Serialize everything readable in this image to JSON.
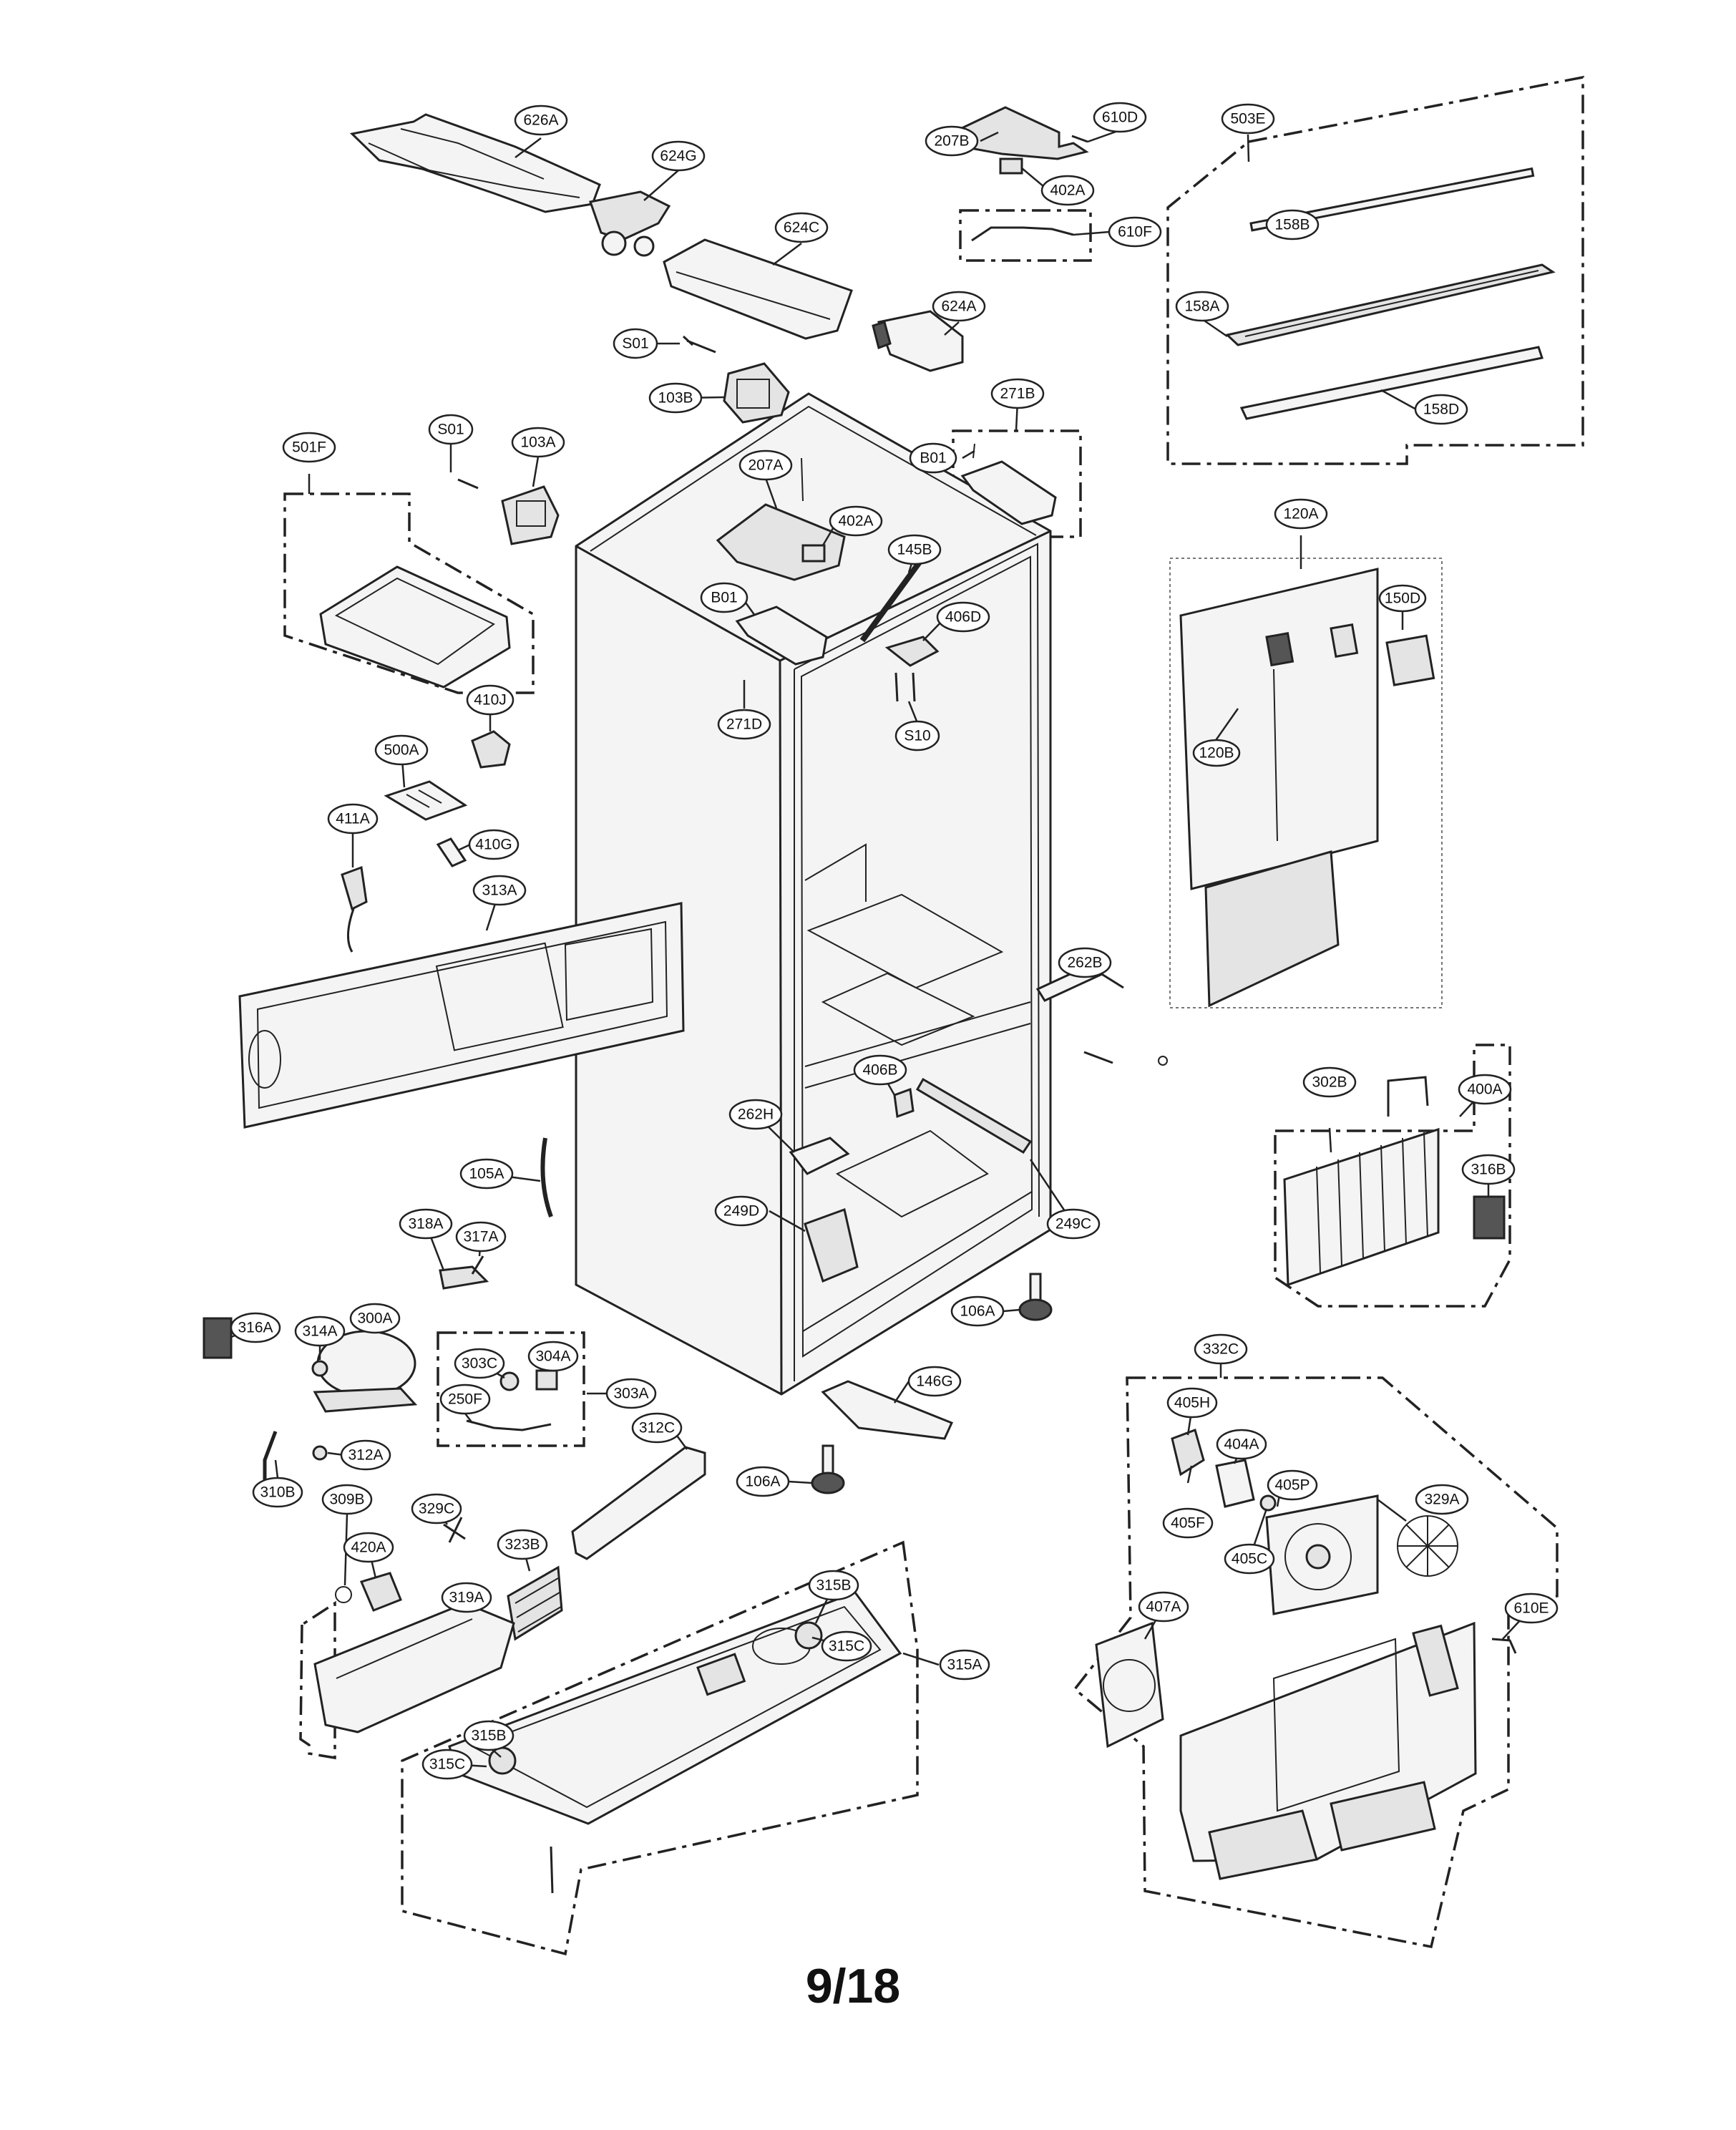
{
  "page_number": "9/18",
  "labels": {
    "626A": "626A",
    "624G": "624G",
    "624C": "624C",
    "624A": "624A",
    "S01a": "S01",
    "103B": "103B",
    "207B": "207B",
    "610D": "610D",
    "402Aa": "402A",
    "610F": "610F",
    "503E": "503E",
    "158B": "158B",
    "158A": "158A",
    "158D": "158D",
    "271B": "271B",
    "B01a": "B01",
    "501F": "501F",
    "S01b": "S01",
    "103A": "103A",
    "207A": "207A",
    "402Ab": "402A",
    "145B": "145B",
    "B01b": "B01",
    "406D": "406D",
    "271D": "271D",
    "S10": "S10",
    "120A": "120A",
    "150D": "150D",
    "120B": "120B",
    "410J": "410J",
    "500A": "500A",
    "411A": "411A",
    "410G": "410G",
    "313A": "313A",
    "262B": "262B",
    "406B": "406B",
    "262H": "262H",
    "302B": "302B",
    "400A": "400A",
    "316B": "316B",
    "105A": "105A",
    "249D": "249D",
    "249C": "249C",
    "318A": "318A",
    "317A": "317A",
    "106Aa": "106A",
    "316A": "316A",
    "314A": "314A",
    "300A": "300A",
    "303C": "303C",
    "304A": "304A",
    "250F": "250F",
    "303A": "303A",
    "146G": "146G",
    "332C": "332C",
    "405H": "405H",
    "404A": "404A",
    "405P": "405P",
    "329A": "329A",
    "405F": "405F",
    "405C": "405C",
    "610E": "610E",
    "407A": "407A",
    "310B": "310B",
    "312A": "312A",
    "312C": "312C",
    "106Ab": "106A",
    "309B": "309B",
    "329C": "329C",
    "420A": "420A",
    "323B": "323B",
    "315Ba": "315B",
    "315Ca": "315C",
    "315A": "315A",
    "319A": "319A",
    "315Bb": "315B",
    "315Cb": "315C"
  }
}
